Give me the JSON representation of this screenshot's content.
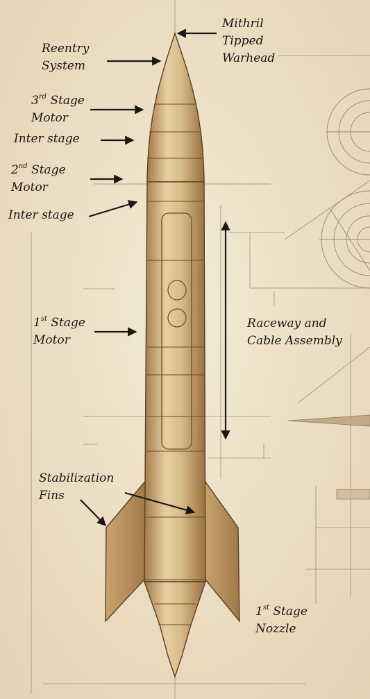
{
  "diagram": {
    "labels": {
      "warhead": {
        "lines": [
          "Mithril",
          "Tipped",
          "Warhead"
        ]
      },
      "reentry": {
        "lines": [
          "Reentry",
          "System"
        ]
      },
      "stage3_motor": {
        "ordinal": "3",
        "suffix": "rd",
        "word": "Stage",
        "line2": "Motor"
      },
      "interstage_upper": {
        "text": "Inter stage"
      },
      "stage2_motor": {
        "ordinal": "2",
        "suffix": "nd",
        "word": "Stage",
        "line2": "Motor"
      },
      "interstage_lower": {
        "text": "Inter stage"
      },
      "stage1_motor": {
        "ordinal": "1",
        "suffix": "st",
        "word": "Stage",
        "line2": "Motor"
      },
      "raceway": {
        "lines": [
          "Raceway and",
          "Cable Assembly"
        ]
      },
      "fins": {
        "lines": [
          "Stabilization",
          "Fins"
        ]
      },
      "nozzle": {
        "ordinal": "1",
        "suffix": "st",
        "word": "Stage",
        "line2": "Nozzle"
      }
    },
    "colors": {
      "paper": "#efe3cc",
      "ink": "#1b1712",
      "hull_light": "#e6cfa3",
      "hull_mid": "#d2b07a",
      "hull_dark": "#a47a46",
      "blueprint_line": "#8c7c66"
    }
  }
}
